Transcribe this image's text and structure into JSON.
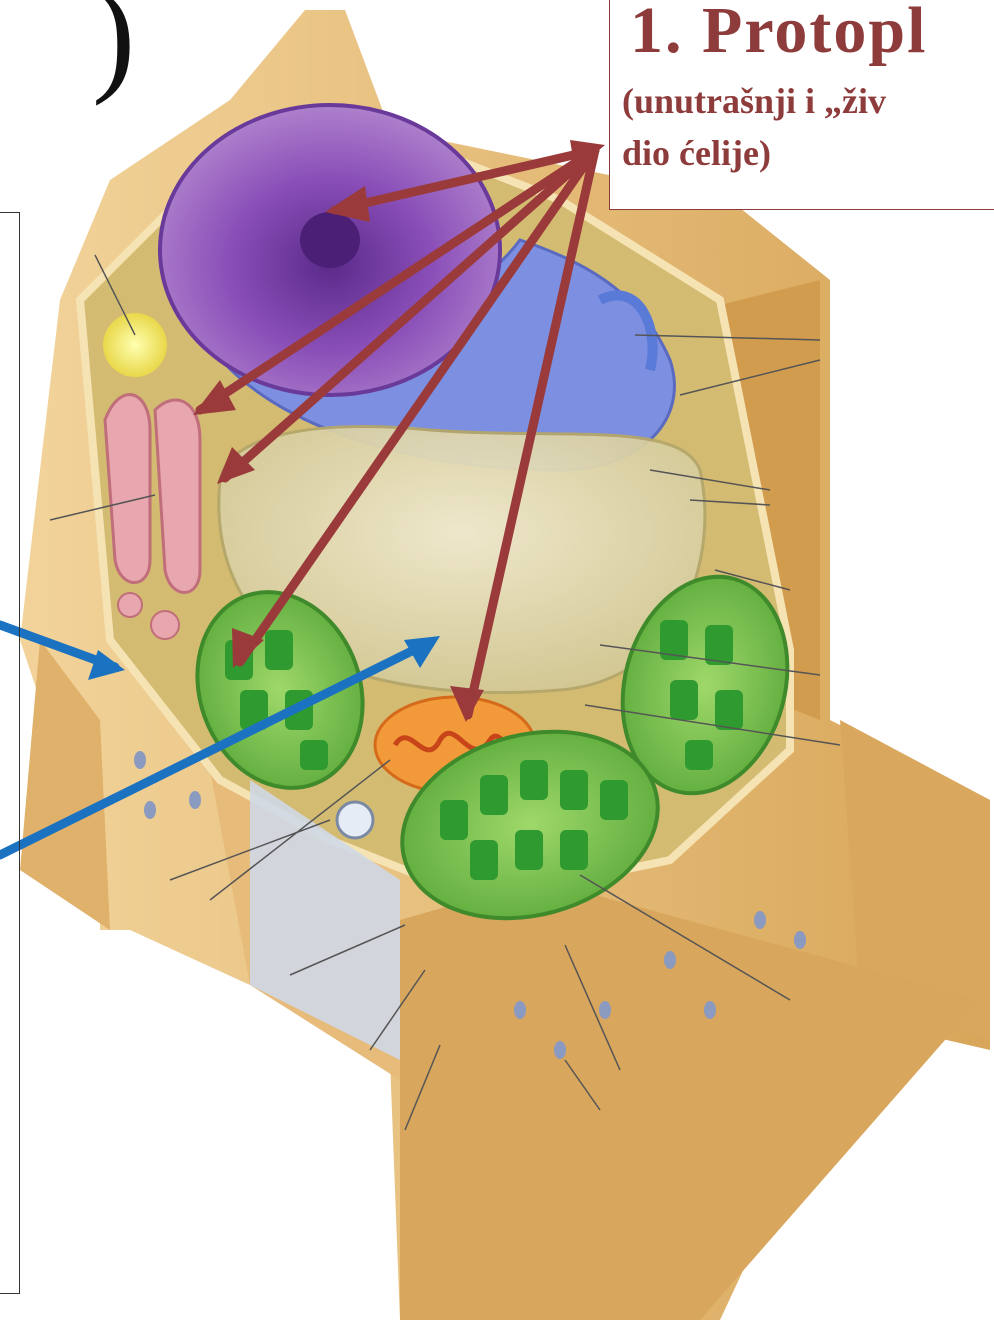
{
  "slide": {
    "corner_glyph": ")",
    "label": {
      "title": "1.  Protopl",
      "subtitle_line1": "(unutrašnji i „živ",
      "subtitle_line2": "dio ćelije)"
    }
  },
  "colors": {
    "label_text": "#8e3b3b",
    "red_arrow": "#9a3a3a",
    "blue_arrow": "#1b72c0",
    "cell_wall": "#e3b870",
    "cytoplasm": "#d9c27a",
    "nucleus": "#8a4fb0",
    "er": "#6f7fd0",
    "vacuole": "#e4dcac",
    "chloroplast": "#6cc24a",
    "mitochondrion": "#f08a2a",
    "golgi": "#e8a0a8"
  },
  "icons": {
    "red_arrows": "arrow-icon",
    "blue_arrows": "arrow-icon"
  }
}
